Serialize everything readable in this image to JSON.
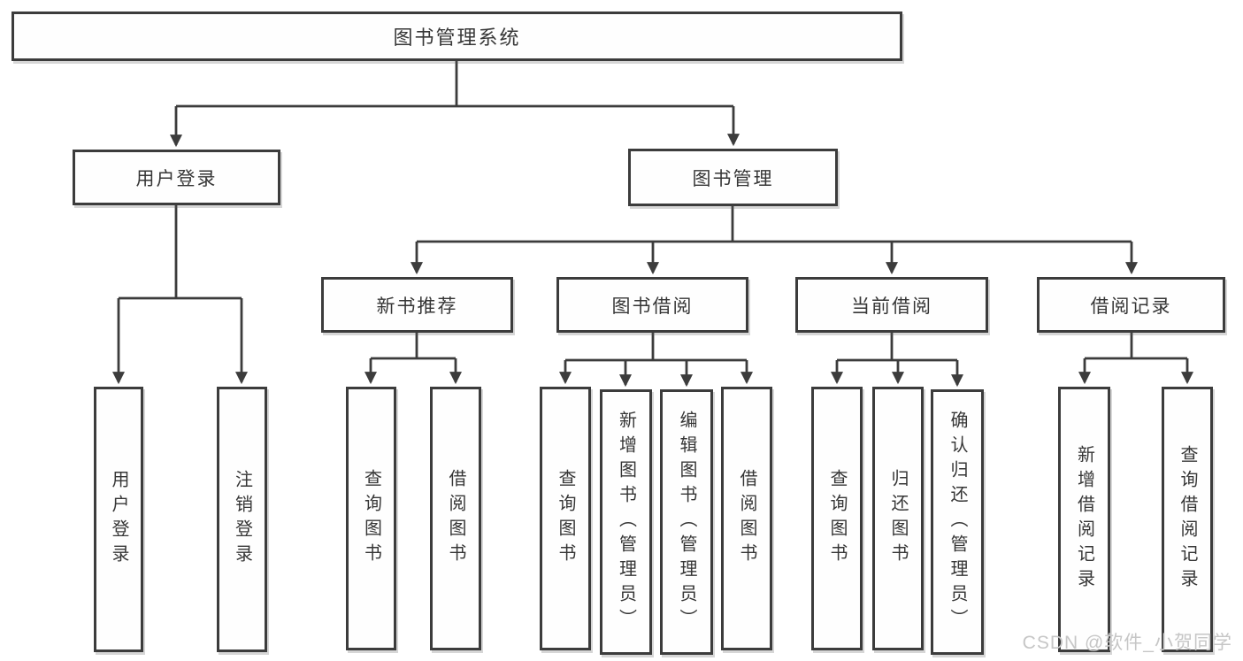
{
  "tree": {
    "root": "图书管理系统",
    "branches": [
      {
        "label": "用户登录",
        "children": [
          "用户登录",
          "注销登录"
        ]
      },
      {
        "label": "图书管理",
        "groups": [
          {
            "label": "新书推荐",
            "children": [
              "查询图书",
              "借阅图书"
            ]
          },
          {
            "label": "图书借阅",
            "children": [
              "查询图书",
              "新增图书（管理员）",
              "编辑图书（管理员）",
              "借阅图书"
            ]
          },
          {
            "label": "当前借阅",
            "children": [
              "查询图书",
              "归还图书",
              "确认归还（管理员）"
            ]
          },
          {
            "label": "借阅记录",
            "children": [
              "新增借阅记录",
              "查询借阅记录"
            ]
          }
        ]
      }
    ]
  },
  "watermark": "CSDN @软件_小贺同学",
  "colors": {
    "line": "#3c3c3c",
    "text": "#363636",
    "watermark": "#c6c6c6",
    "background": "#ffffff"
  }
}
